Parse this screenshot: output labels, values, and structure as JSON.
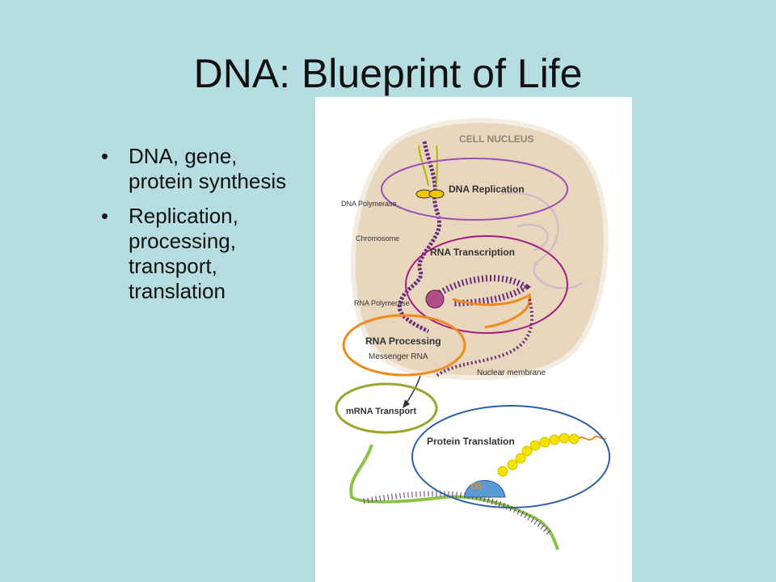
{
  "slide": {
    "title": "DNA: Blueprint of Life",
    "bullets": [
      "DNA, gene, protein synthesis",
      "Replication, processing, transport, translation"
    ]
  },
  "figure": {
    "labels": {
      "cell_nucleus": "CELL NUCLEUS",
      "dna_replication": "DNA Replication",
      "dna_polymerase": "DNA Polymerase",
      "chromosome": "Chromosome",
      "rna_transcription": "RNA Transcription",
      "rna_polymerase": "RNA Polymerase",
      "rna_processing": "RNA Processing",
      "messenger_rna": "Messenger RNA",
      "nuclear_membrane": "Nuclear membrane",
      "mrna_transport": "mRNA Transport",
      "protein_translation": "Protein Translation"
    },
    "colors": {
      "nucleus": "#e8d6bd",
      "replication": "#9b4fb6",
      "transcription": "#a11a84",
      "processing": "#f08a1e",
      "transport": "#9aa52e",
      "translation": "#2d5ea8",
      "strand": "#6a2d7a",
      "mrna": "#8bc34a",
      "protein": "#f4e200"
    }
  }
}
